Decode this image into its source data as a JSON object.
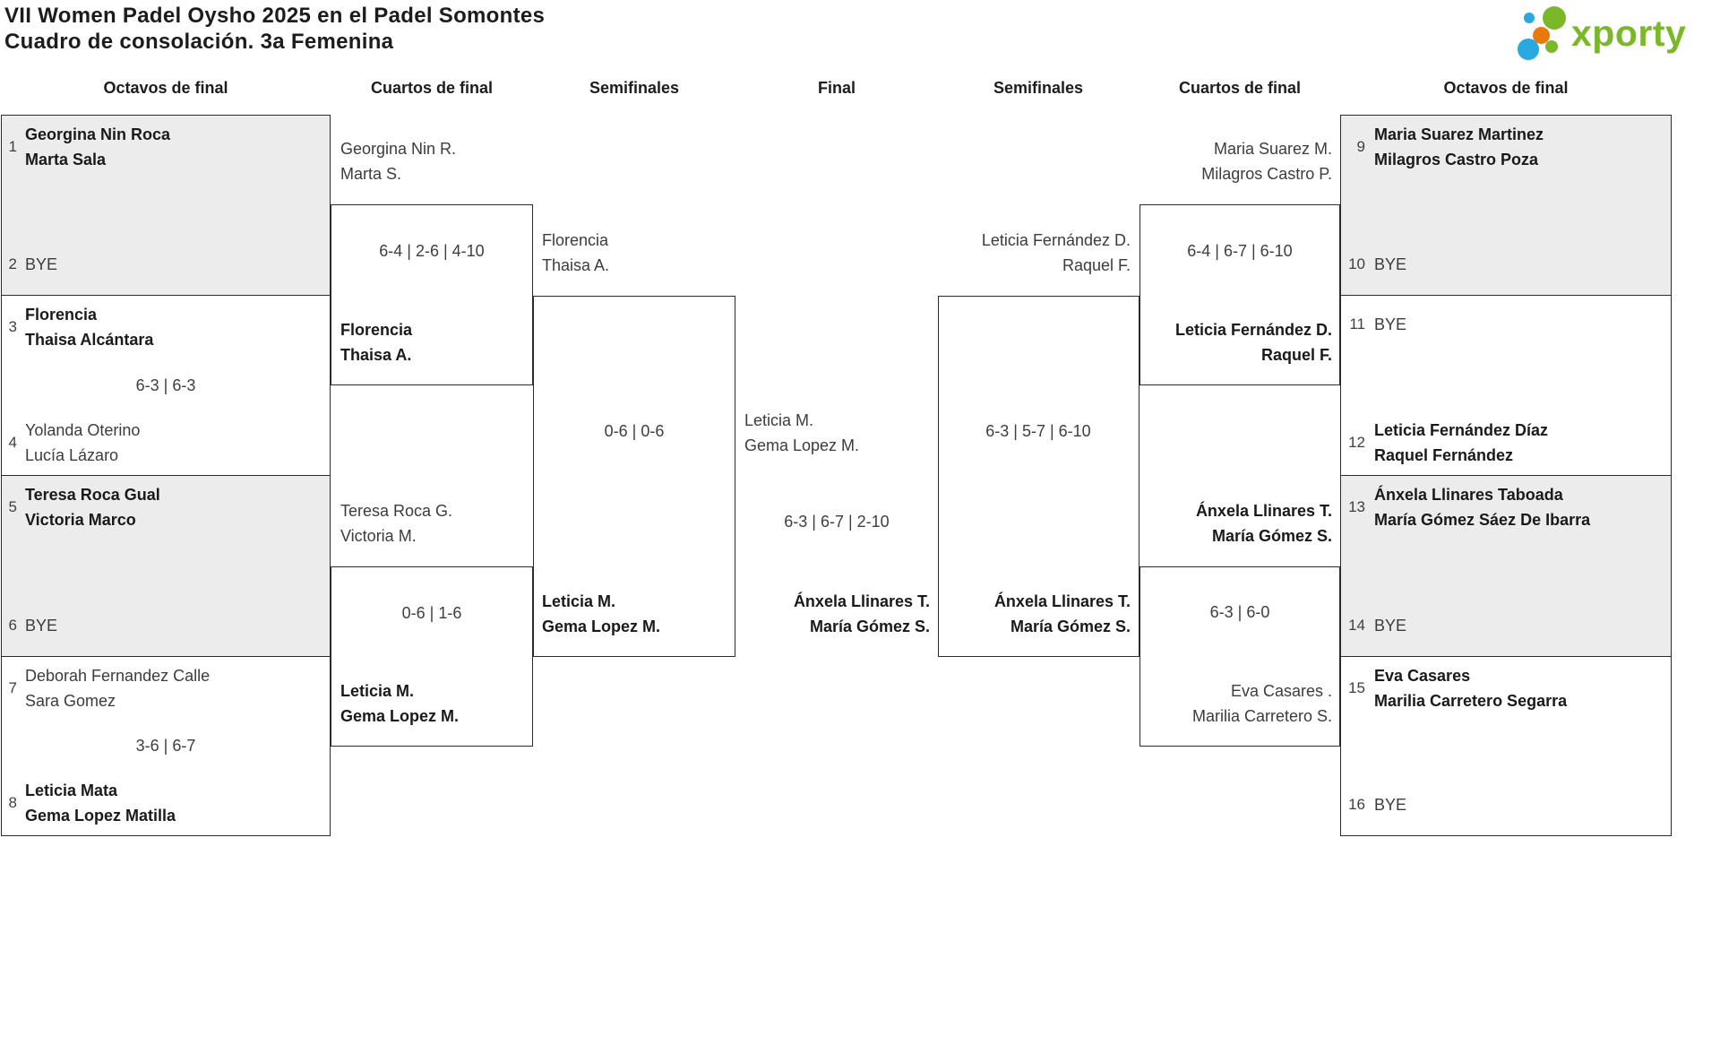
{
  "page": {
    "title_line1": "VII Women Padel Oysho 2025 en el Padel Somontes",
    "title_line2": "Cuadro de consolación. 3a Femenina"
  },
  "logo": {
    "text": "xporty",
    "colors": {
      "green": "#7ab829",
      "blue": "#2aa9e0",
      "orange": "#e8790f"
    }
  },
  "round_headers": [
    "Octavos de final",
    "Cuartos de final",
    "Semifinales",
    "Final",
    "Semifinales",
    "Cuartos de final",
    "Octavos de final"
  ],
  "bracket": {
    "octavos_left": [
      {
        "shaded": true,
        "score": null,
        "top": {
          "seed": "1",
          "name_lines": [
            "Georgina Nin Roca",
            "Marta Sala"
          ],
          "winner": true,
          "bye": false
        },
        "bottom": {
          "seed": "2",
          "name_lines": [
            "BYE"
          ],
          "winner": false,
          "bye": true
        }
      },
      {
        "shaded": false,
        "score": "6-3 | 6-3",
        "top": {
          "seed": "3",
          "name_lines": [
            "Florencia",
            "Thaisa Alcántara"
          ],
          "winner": true,
          "bye": false
        },
        "bottom": {
          "seed": "4",
          "name_lines": [
            "Yolanda Oterino",
            "Lucía Lázaro"
          ],
          "winner": false,
          "bye": false
        }
      },
      {
        "shaded": true,
        "score": null,
        "top": {
          "seed": "5",
          "name_lines": [
            "Teresa Roca Gual",
            "Victoria Marco"
          ],
          "winner": true,
          "bye": false
        },
        "bottom": {
          "seed": "6",
          "name_lines": [
            "BYE"
          ],
          "winner": false,
          "bye": true
        }
      },
      {
        "shaded": false,
        "score": "3-6 | 6-7",
        "top": {
          "seed": "7",
          "name_lines": [
            "Deborah Fernandez Calle",
            "Sara Gomez"
          ],
          "winner": false,
          "bye": false
        },
        "bottom": {
          "seed": "8",
          "name_lines": [
            "Leticia Mata",
            "Gema Lopez Matilla"
          ],
          "winner": true,
          "bye": false
        }
      }
    ],
    "octavos_right": [
      {
        "shaded": true,
        "score": null,
        "top": {
          "seed": "9",
          "name_lines": [
            "Maria Suarez Martinez",
            "Milagros Castro Poza"
          ],
          "winner": true,
          "bye": false
        },
        "bottom": {
          "seed": "10",
          "name_lines": [
            "BYE"
          ],
          "winner": false,
          "bye": true
        }
      },
      {
        "shaded": false,
        "score": null,
        "top": {
          "seed": "11",
          "name_lines": [
            "BYE"
          ],
          "winner": false,
          "bye": true
        },
        "bottom": {
          "seed": "12",
          "name_lines": [
            "Leticia Fernández Díaz",
            "Raquel Fernández"
          ],
          "winner": true,
          "bye": false
        }
      },
      {
        "shaded": true,
        "score": null,
        "top": {
          "seed": "13",
          "name_lines": [
            "Ánxela Llinares Taboada",
            "María Gómez Sáez De Ibarra"
          ],
          "winner": true,
          "bye": false
        },
        "bottom": {
          "seed": "14",
          "name_lines": [
            "BYE"
          ],
          "winner": false,
          "bye": true
        }
      },
      {
        "shaded": false,
        "score": null,
        "top": {
          "seed": "15",
          "name_lines": [
            "Eva Casares",
            "Marilia Carretero Segarra"
          ],
          "winner": true,
          "bye": false
        },
        "bottom": {
          "seed": "16",
          "name_lines": [
            "BYE"
          ],
          "winner": false,
          "bye": true
        }
      }
    ],
    "cuartos_left": {
      "scores": [
        "6-4 | 2-6 | 4-10",
        "0-6 | 1-6"
      ],
      "teams": [
        {
          "name_lines": [
            "Georgina Nin R.",
            "Marta S."
          ],
          "winner": false
        },
        {
          "name_lines": [
            "Florencia",
            "Thaisa A."
          ],
          "winner": true
        },
        {
          "name_lines": [
            "Teresa Roca G.",
            "Victoria M."
          ],
          "winner": false
        },
        {
          "name_lines": [
            "Leticia M.",
            "Gema Lopez M."
          ],
          "winner": true
        }
      ]
    },
    "semifinal_left": {
      "score": "0-6 | 0-6",
      "teams": [
        {
          "name_lines": [
            "Florencia",
            "Thaisa A."
          ],
          "winner": false
        },
        {
          "name_lines": [
            "Leticia M.",
            "Gema Lopez M."
          ],
          "winner": true
        }
      ]
    },
    "final": {
      "score": "6-3 | 6-7 | 2-10",
      "teams": [
        {
          "name_lines": [
            "Leticia M.",
            "Gema Lopez M."
          ],
          "winner": false
        },
        {
          "name_lines": [
            "Ánxela Llinares T.",
            "María Gómez S."
          ],
          "winner": true
        }
      ]
    },
    "semifinal_right": {
      "score": "6-3 | 5-7 | 6-10",
      "teams": [
        {
          "name_lines": [
            "Leticia Fernández D.",
            "Raquel F."
          ],
          "winner": false
        },
        {
          "name_lines": [
            "Ánxela Llinares T.",
            "María Gómez S."
          ],
          "winner": true
        }
      ]
    },
    "cuartos_right": {
      "scores": [
        "6-4 | 6-7 | 6-10",
        "6-3 | 6-0"
      ],
      "teams": [
        {
          "name_lines": [
            "Maria Suarez M.",
            "Milagros Castro P."
          ],
          "winner": false
        },
        {
          "name_lines": [
            "Leticia Fernández D.",
            "Raquel F."
          ],
          "winner": true
        },
        {
          "name_lines": [
            "Ánxela Llinares T.",
            "María Gómez S."
          ],
          "winner": true
        },
        {
          "name_lines": [
            "Eva Casares .",
            "Marilia Carretero S."
          ],
          "winner": false
        }
      ]
    }
  },
  "styles": {
    "box_shaded": "#ececec",
    "box_border": "#2b2b2b",
    "text_regular": "#3c3c3c",
    "text_winner": "#1a1a1a"
  }
}
